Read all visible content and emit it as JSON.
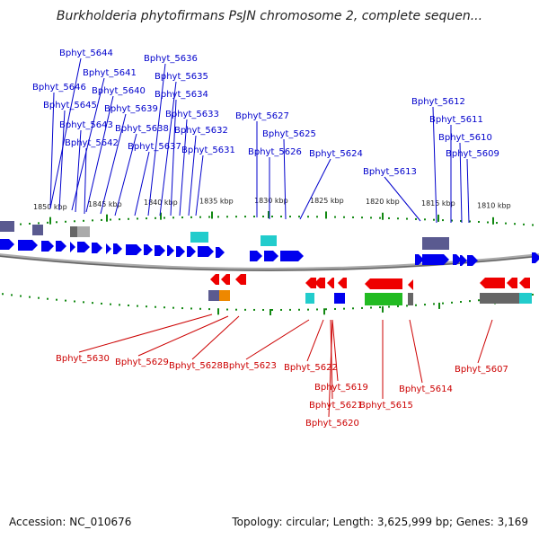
{
  "title": "Burkholderia phytofirmans PsJN chromosome 2, complete sequen...",
  "footer": {
    "accession": "Accession: NC_010676",
    "stats": "Topology: circular; Length: 3,625,999 bp; Genes: 3,169"
  },
  "colors": {
    "forward_gene": "#0000ee",
    "reverse_gene": "#ee0000",
    "forward_label": "#0000cc",
    "reverse_label": "#cc0000",
    "tick": "#118811",
    "backbone": "#888888",
    "feature_slate": "#5a5a90",
    "feature_cyan": "#22cccc",
    "feature_green": "#22bb22",
    "feature_gray": "#666666",
    "feature_orange": "#ee8800"
  },
  "scale_labels": [
    "1850 kbp",
    "1845 kbp",
    "1840 kbp",
    "1835 kbp",
    "1830 kbp",
    "1825 kbp",
    "1820 kbp",
    "1815 kbp",
    "1810 kbp"
  ],
  "top_genes": [
    "Bphyt_5644",
    "Bphyt_5641",
    "Bphyt_5646",
    "Bphyt_5640",
    "Bphyt_5645",
    "Bphyt_5639",
    "Bphyt_5643",
    "Bphyt_5638",
    "Bphyt_5642",
    "Bphyt_5637",
    "Bphyt_5636",
    "Bphyt_5635",
    "Bphyt_5634",
    "Bphyt_5633",
    "Bphyt_5632",
    "Bphyt_5631",
    "Bphyt_5627",
    "Bphyt_5625",
    "Bphyt_5626",
    "Bphyt_5624",
    "Bphyt_5613",
    "Bphyt_5612",
    "Bphyt_5611",
    "Bphyt_5610",
    "Bphyt_5609"
  ],
  "bottom_genes": [
    "Bphyt_5630",
    "Bphyt_5629",
    "Bphyt_5628",
    "Bphyt_5623",
    "Bphyt_5622",
    "Bphyt_5619",
    "Bphyt_5621",
    "Bphyt_5620",
    "Bphyt_5615",
    "Bphyt_5614",
    "Bphyt_5607"
  ]
}
